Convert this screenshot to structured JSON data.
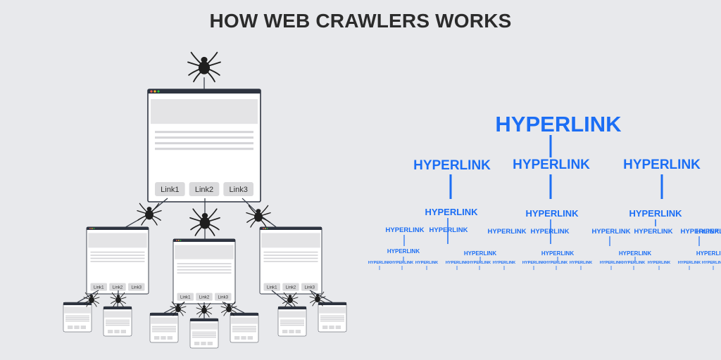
{
  "title": "HOW WEB CRAWLERS WORKS",
  "colors": {
    "background": "#e8e9ec",
    "window_frame": "#2e3440",
    "link_blue": "#1b6ef5",
    "spider": "#1f1f1f"
  },
  "icons": [
    "spider-icon",
    "browser-window-icon"
  ],
  "main_window": {
    "links": [
      "Link1",
      "Link2",
      "Link3"
    ]
  },
  "child_windows": [
    {
      "links": [
        "Link1",
        "Link2",
        "Link3"
      ]
    },
    {
      "links": [
        "Link1",
        "Link2",
        "Link3"
      ]
    },
    {
      "links": [
        "Link1",
        "Link2",
        "Link3"
      ]
    }
  ],
  "tree": {
    "root": "HYPERLINK",
    "level1": [
      "HYPERLINK",
      "HYPERLINK",
      "HYPERLINK"
    ],
    "level2": [
      "HYPERLINK",
      "HYPERLINK",
      "HYPERLINK"
    ],
    "level3": [
      "HYPERLINK",
      "HYPERLINK",
      "HYPERLINK",
      "HYPERLINK",
      "HYPERLINK",
      "HYPERLINK",
      "HYPERLINK",
      "HYPERLINK",
      "HYPERLINK"
    ],
    "level4": [
      "HYPERLINK",
      "HYPERLINK",
      "HYPERLINK",
      "HYPERLINK"
    ],
    "level5": [
      "HYPERLINK",
      "HYPERLINK",
      "HYPERLINK",
      "HYPERLINK",
      "HYPERLINK",
      "HYPERLINK",
      "HYPERLINK",
      "HYPERLINK",
      "HYPERLINK",
      "HYPERLINK",
      "HYPERLINK",
      "HYPERLINK",
      "HYPERLINK",
      "HYPERLINK"
    ]
  }
}
